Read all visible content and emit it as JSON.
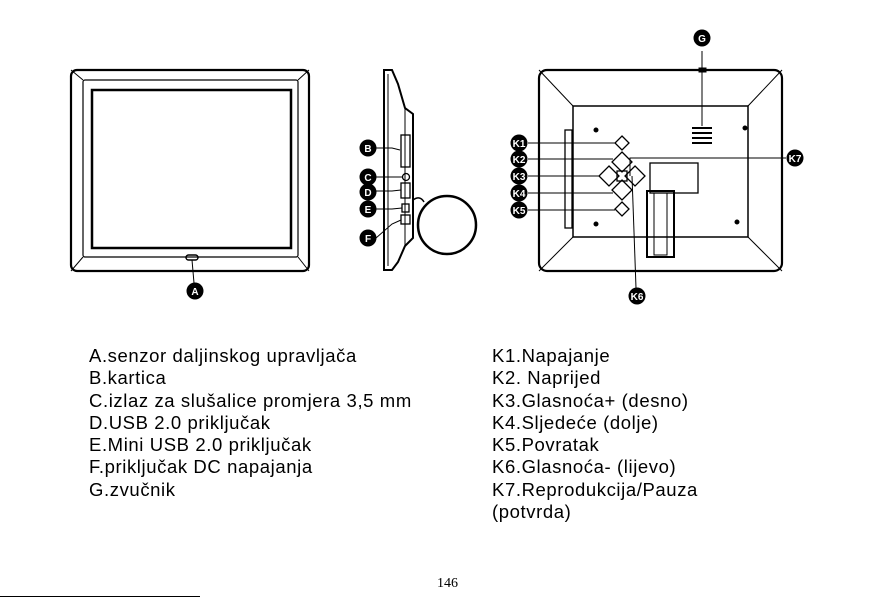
{
  "callouts": {
    "A": "A",
    "B": "B",
    "C": "C",
    "D": "D",
    "E": "E",
    "F": "F",
    "G": "G",
    "K1": "K1",
    "K2": "K2",
    "K3": "K3",
    "K4": "K4",
    "K5": "K5",
    "K6": "K6",
    "K7": "K7"
  },
  "legend_left": [
    "A.senzor daljinskog upravljača",
    "B.kartica",
    "C.izlaz za slušalice promjera 3,5 mm",
    "D.USB 2.0 priključak",
    "E.Mini USB 2.0 priključak",
    "F.priključak DC napajanja",
    "G.zvučnik"
  ],
  "legend_right": [
    "K1.Napajanje",
    "K2. Naprijed",
    "K3.Glasnoća+ (desno)",
    "K4.Sljedeće (dolje)",
    "K5.Povratak",
    "K6.Glasnoća- (lijevo)",
    "K7.Reprodukcija/Pauza",
    "(potvrda)"
  ],
  "page_number": "146"
}
